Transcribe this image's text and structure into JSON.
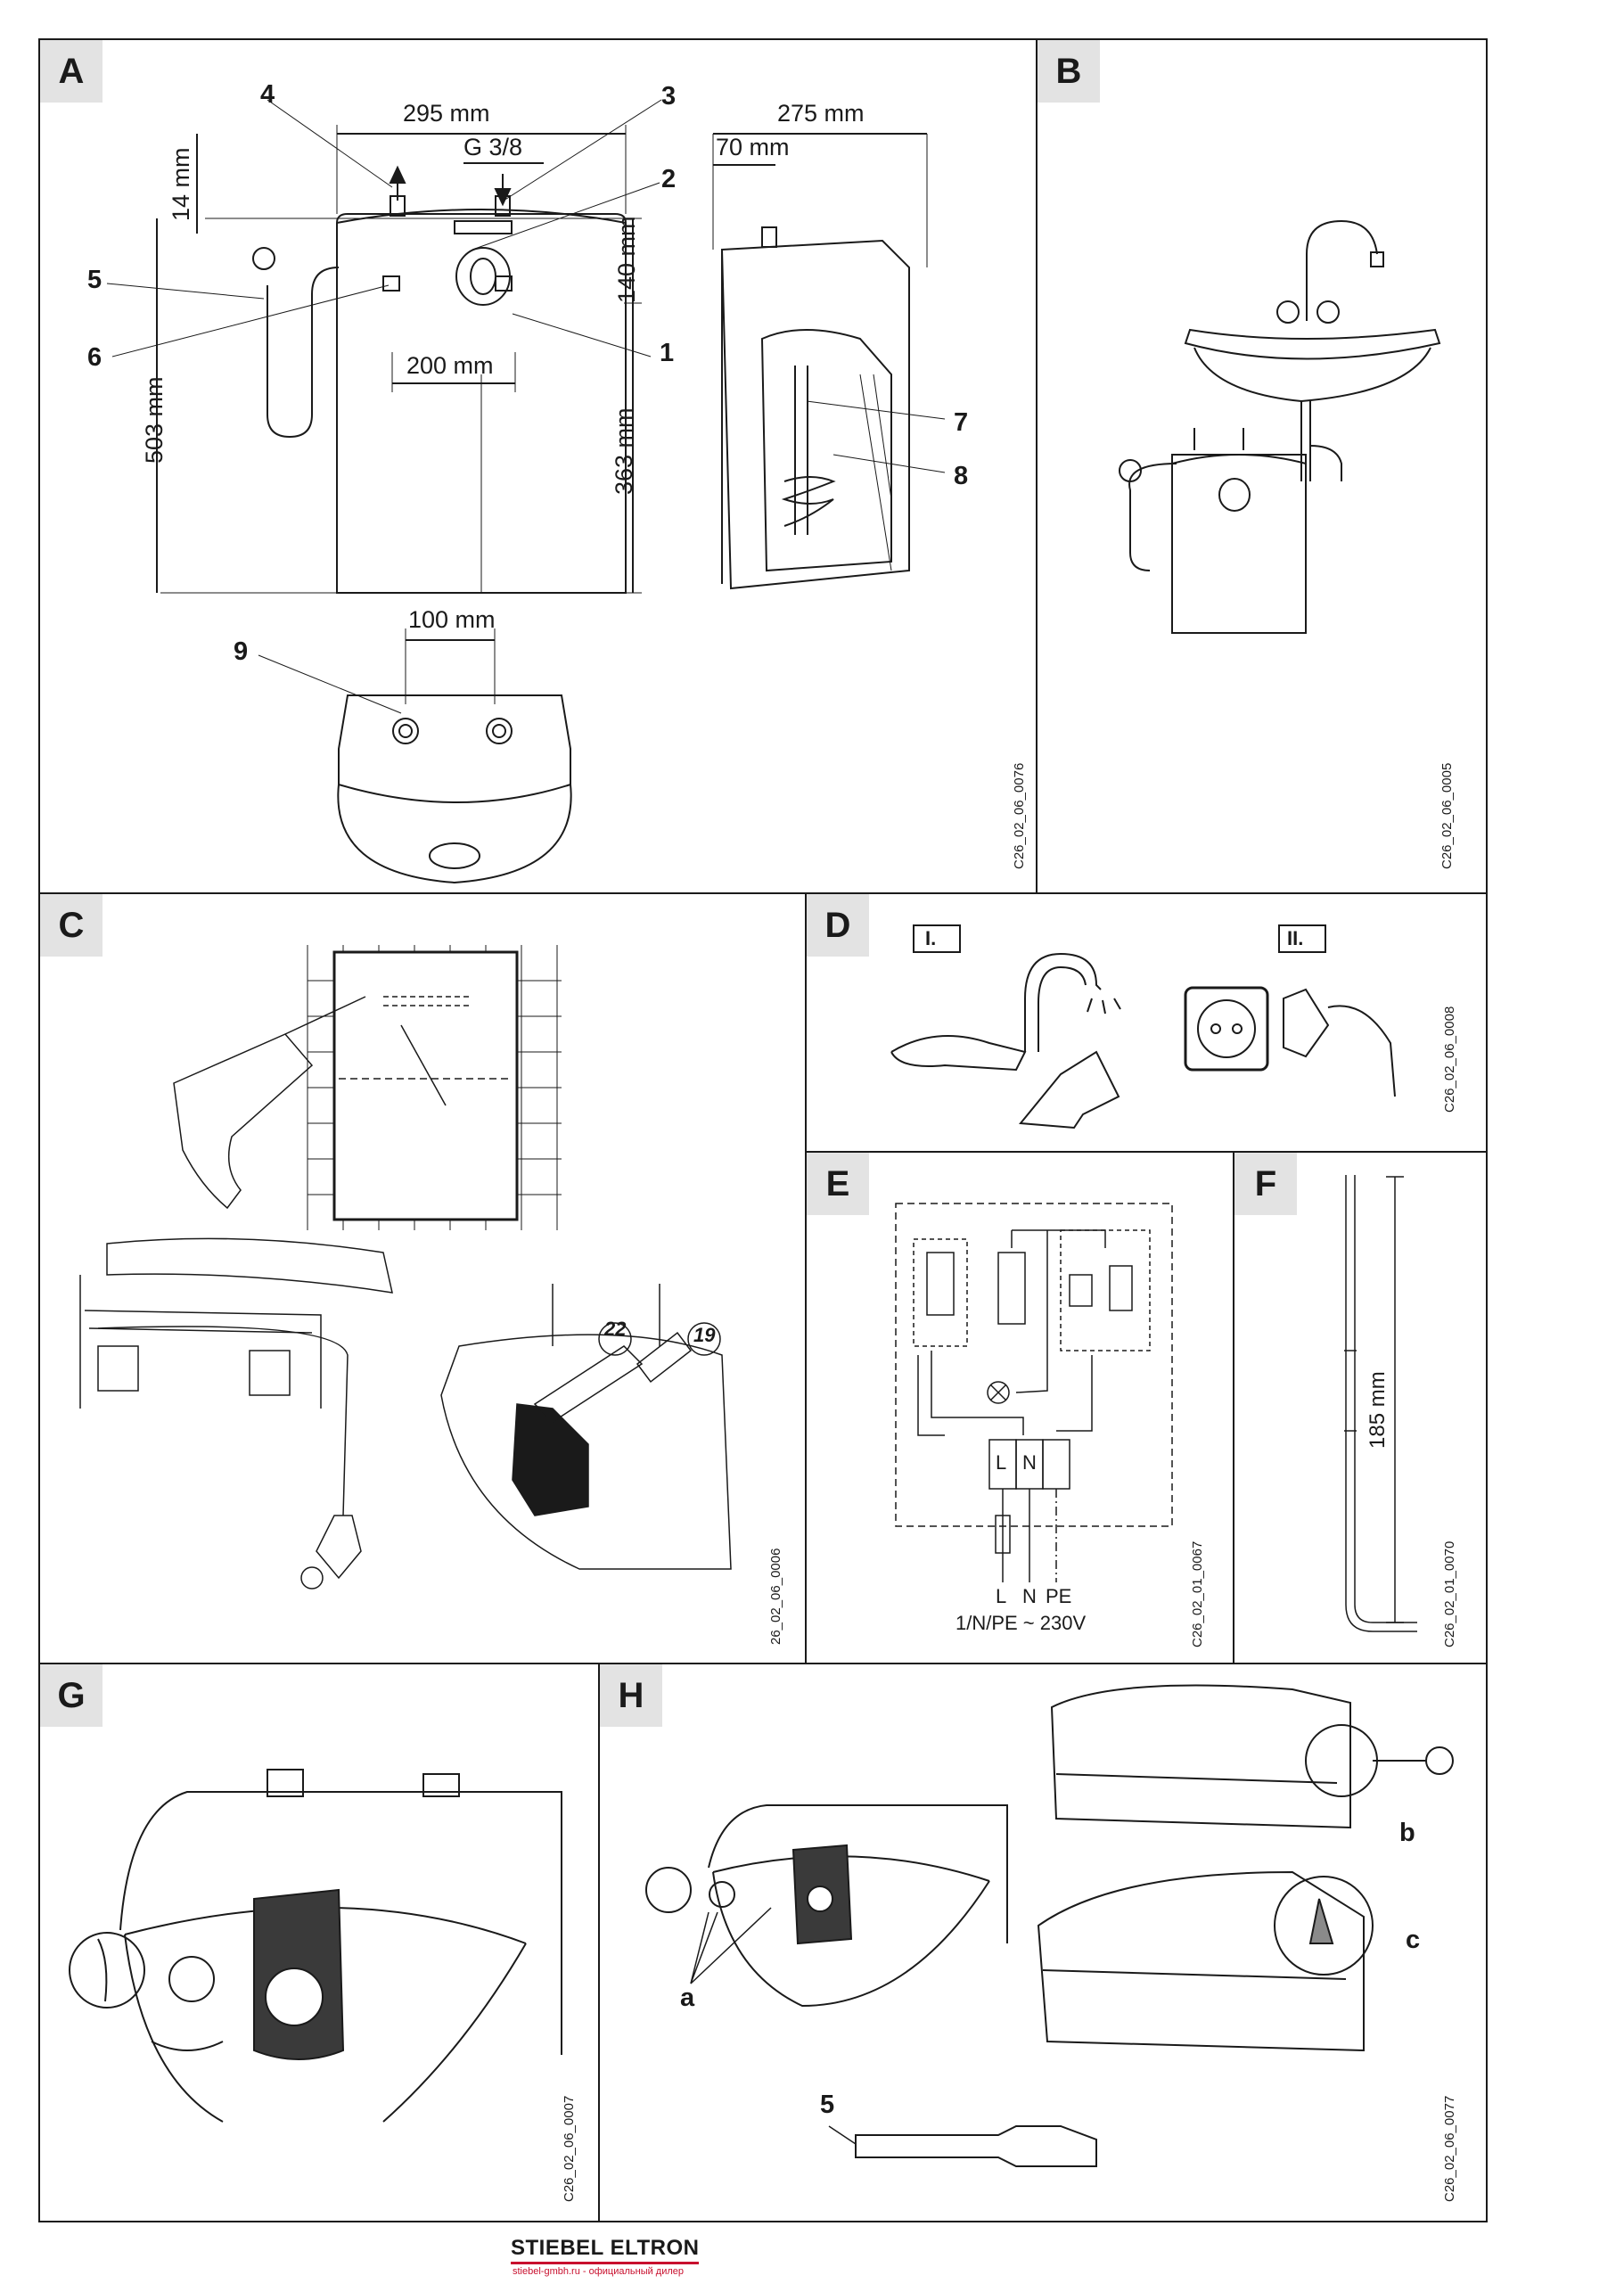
{
  "panels": {
    "A": {
      "label": "A",
      "code": "C26_02_06_0076",
      "dims": [
        "295 mm",
        "G 3/8",
        "14 mm",
        "140 mm",
        "200 mm",
        "503 mm",
        "363 mm",
        "275 mm",
        "70 mm",
        "100 mm"
      ],
      "callouts": [
        "1",
        "2",
        "3",
        "4",
        "5",
        "6",
        "7",
        "8",
        "9"
      ]
    },
    "B": {
      "label": "B",
      "code": "C26_02_06_0005"
    },
    "C": {
      "label": "C",
      "code": "26_02_06_0006",
      "wrench_sizes": [
        "22",
        "19"
      ]
    },
    "D": {
      "label": "D",
      "code": "C26_02_06_0008",
      "steps": [
        "I.",
        "II."
      ]
    },
    "E": {
      "label": "E",
      "code": "C26_02_01_0067",
      "terminals": [
        "L",
        "N"
      ],
      "wires": [
        "L",
        "N",
        "PE"
      ],
      "supply": "1/N/PE ~ 230V"
    },
    "F": {
      "label": "F",
      "code": "C26_02_01_0070",
      "length": "185 mm"
    },
    "G": {
      "label": "G",
      "code": "C26_02_06_0007"
    },
    "H": {
      "label": "H",
      "code": "C26_02_06_0077",
      "callouts": [
        "a",
        "b",
        "c",
        "5"
      ]
    }
  },
  "footer": {
    "brand": "STIEBEL ELTRON",
    "sub": "stiebel-gmbh.ru - официальный дилер"
  },
  "colors": {
    "ink": "#1a1a1a",
    "brand_red": "#c8102e",
    "label_bg": "#e3e3e3"
  }
}
